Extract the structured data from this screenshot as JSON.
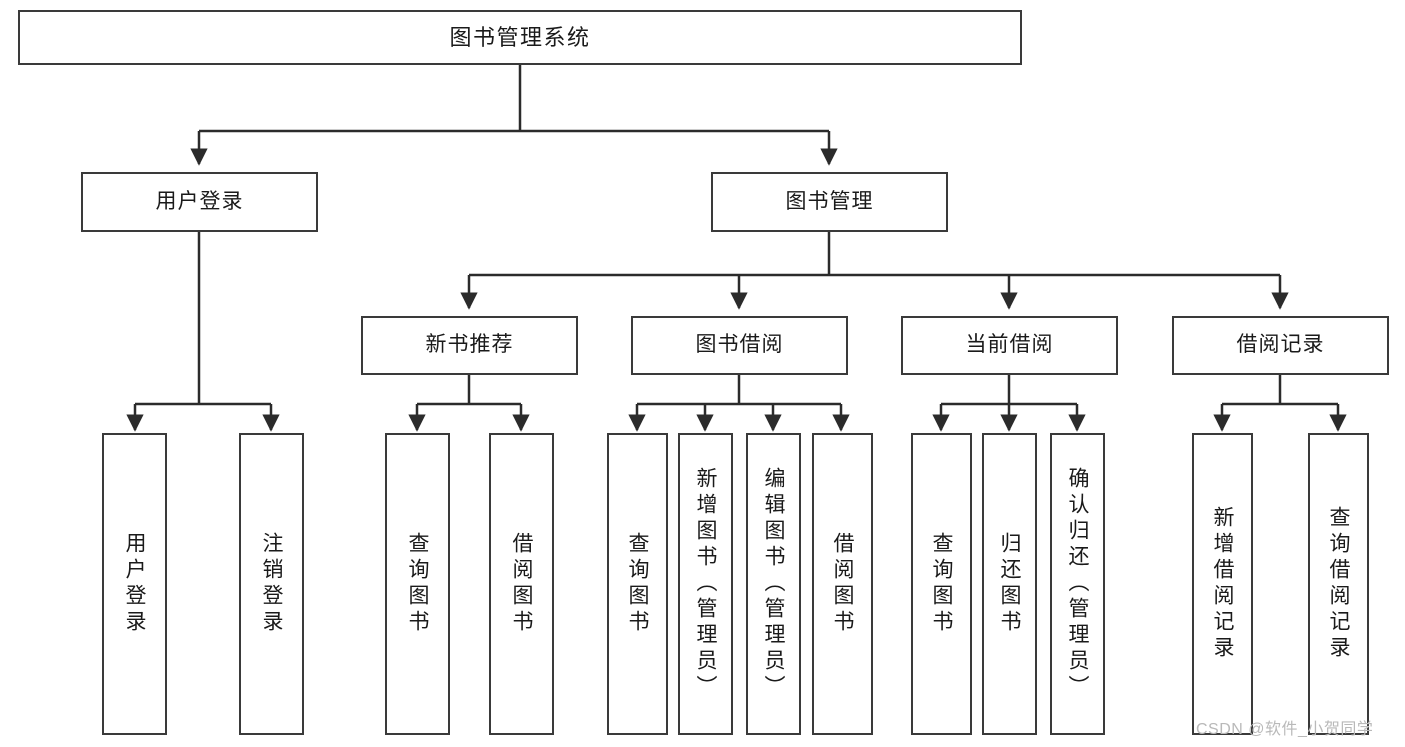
{
  "diagram": {
    "title": "图书管理系统",
    "type": "hierarchy-tree",
    "watermark": "CSDN @软件_小贺同学",
    "colors": {
      "box_border": "#3a3a3a",
      "box_fill": "#ffffff",
      "connector": "#2b2b2b",
      "text": "#1a1a1a",
      "watermark": "#b9b9b9",
      "background": "#ffffff"
    },
    "nodes": {
      "root": {
        "label": "图书管理系统"
      },
      "level1": [
        {
          "id": "user-login",
          "label": "用户登录"
        },
        {
          "id": "book-management",
          "label": "图书管理"
        }
      ],
      "level2": [
        {
          "id": "new-book-recommend",
          "label": "新书推荐",
          "parent": "book-management"
        },
        {
          "id": "book-borrow",
          "label": "图书借阅",
          "parent": "book-management"
        },
        {
          "id": "current-borrow",
          "label": "当前借阅",
          "parent": "book-management"
        },
        {
          "id": "borrow-record",
          "label": "借阅记录",
          "parent": "book-management"
        }
      ],
      "leaves": [
        {
          "id": "leaf-user-login",
          "label": "用户登录",
          "parent": "user-login"
        },
        {
          "id": "leaf-logout-login",
          "label": "注销登录",
          "parent": "user-login"
        },
        {
          "id": "leaf-query-book-1",
          "label": "查询图书",
          "parent": "new-book-recommend"
        },
        {
          "id": "leaf-borrow-book-1",
          "label": "借阅图书",
          "parent": "new-book-recommend"
        },
        {
          "id": "leaf-query-book-2",
          "label": "查询图书",
          "parent": "book-borrow"
        },
        {
          "id": "leaf-add-book",
          "label": "新增图书（管理员）",
          "parent": "book-borrow"
        },
        {
          "id": "leaf-edit-book",
          "label": "编辑图书（管理员）",
          "parent": "book-borrow"
        },
        {
          "id": "leaf-borrow-book-2",
          "label": "借阅图书",
          "parent": "book-borrow"
        },
        {
          "id": "leaf-query-book-3",
          "label": "查询图书",
          "parent": "current-borrow"
        },
        {
          "id": "leaf-return-book",
          "label": "归还图书",
          "parent": "current-borrow"
        },
        {
          "id": "leaf-confirm-return",
          "label": "确认归还（管理员）",
          "parent": "current-borrow"
        },
        {
          "id": "leaf-add-borrow-record",
          "label": "新增借阅记录",
          "parent": "borrow-record"
        },
        {
          "id": "leaf-query-borrow-record",
          "label": "查询借阅记录",
          "parent": "borrow-record"
        }
      ]
    }
  }
}
